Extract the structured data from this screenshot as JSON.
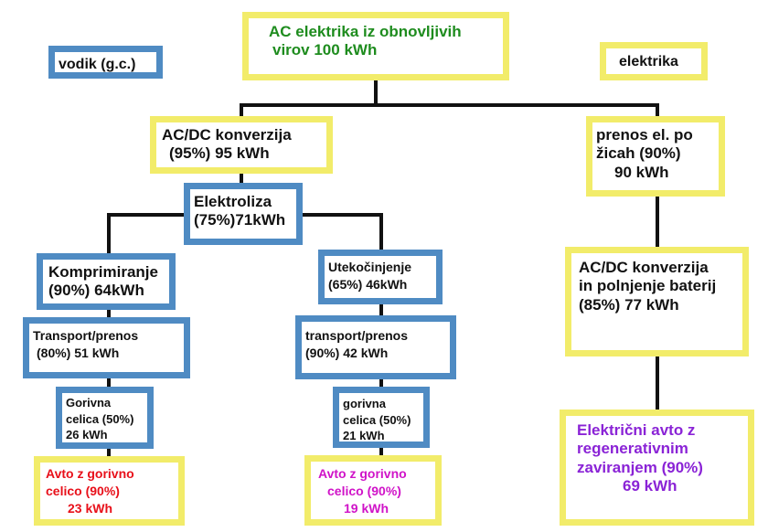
{
  "legend": {
    "hydrogen": "vodik (g.c.)",
    "electricity": "elektrika"
  },
  "nodes": {
    "source": {
      "line1": "AC  elektrika iz obnovljivih",
      "line2": "virov     100  kWh"
    },
    "acdc": {
      "line1": "AC/DC konverzija",
      "line2": "(95%)   95 kWh"
    },
    "transmission": {
      "line1": "prenos el. po",
      "line2": "žicah (90%)",
      "line3": "90  kWh"
    },
    "electrolysis": {
      "line1": "Elektroliza",
      "line2": "(75%)71kWh"
    },
    "compression": {
      "line1": "Komprimiranje",
      "line2": "(90%) 64kWh"
    },
    "liquefaction": {
      "line1": "Utekočinjenje",
      "line2": "(65%)    46kWh"
    },
    "battery_charging": {
      "line1": "AC/DC konverzija",
      "line2": "in polnjenje baterij",
      "line3": "(85%)  77 kWh"
    },
    "transport_left": {
      "line1": "Transport/prenos",
      "line2": "(80%)   51  kWh"
    },
    "transport_mid": {
      "line1": "transport/prenos",
      "line2": "(90%) 42 kWh"
    },
    "fuelcell_left": {
      "line1": "Gorivna",
      "line2": "celica (50%)",
      "line3": "26 kWh"
    },
    "fuelcell_mid": {
      "line1": "gorivna",
      "line2": "celica (50%)",
      "line3": "21 kWh"
    },
    "car_left": {
      "line1": "Avto z gorivno",
      "line2": "celico  (90%)",
      "line3": "23 kWh"
    },
    "car_mid": {
      "line1": "Avto z gorivno",
      "line2": "celico  (90%)",
      "line3": "19  kWh"
    },
    "car_ev": {
      "line1": "Električni  avto z",
      "line2": "regenerativnim",
      "line3": "zaviranjem  (90%)",
      "line4": "69  kWh"
    }
  },
  "colors": {
    "electricity_path": "#f2ec6a",
    "hydrogen_path": "#4f8bc3",
    "source_text": "#1e8c1e",
    "fuel_cell_car_text": "#e8101a",
    "mid_car_text": "#d013c8",
    "ev_text": "#8a23d6"
  }
}
